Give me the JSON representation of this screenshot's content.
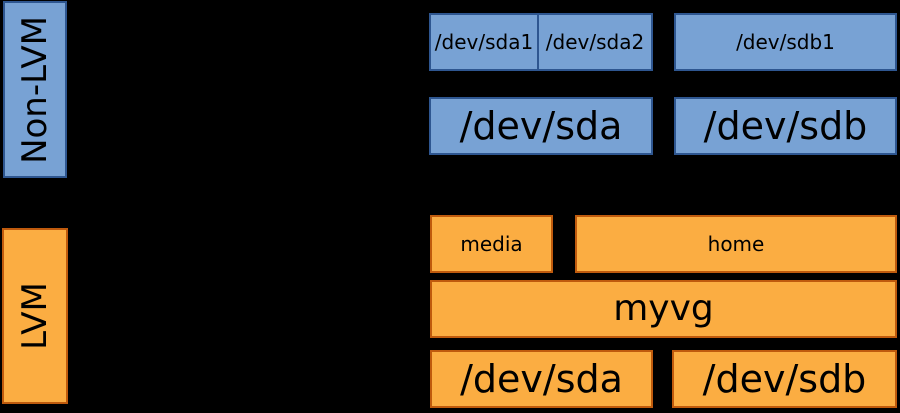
{
  "colors": {
    "background": "#000000",
    "blue_fill": "#78a2d4",
    "blue_border": "#2e5690",
    "orange_fill": "#fbad42",
    "orange_border": "#bf5a0d",
    "text": "#000000"
  },
  "non_lvm": {
    "label": "Non-LVM",
    "partitions": [
      "/dev/sda1",
      "/dev/sda2",
      "/dev/sdb1"
    ],
    "disks": [
      "/dev/sda",
      "/dev/sdb"
    ]
  },
  "lvm": {
    "label": "LVM",
    "logical_volumes": [
      "media",
      "home"
    ],
    "volume_group": "myvg",
    "physical_volumes": [
      "/dev/sda",
      "/dev/sdb"
    ]
  }
}
